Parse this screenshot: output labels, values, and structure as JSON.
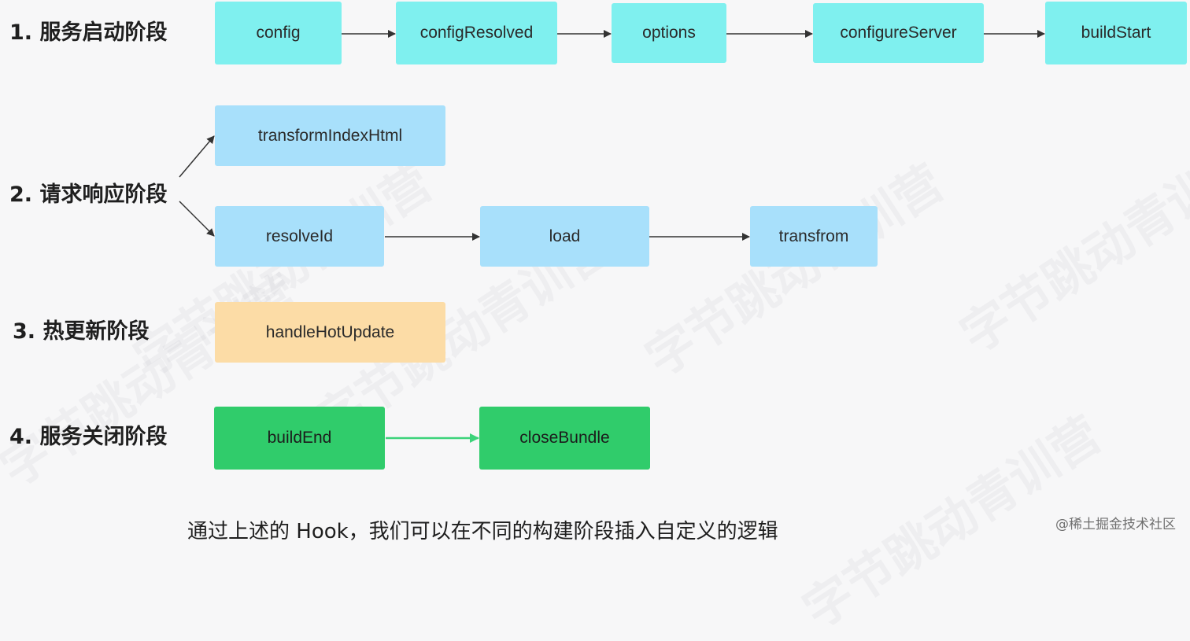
{
  "stages": [
    {
      "label": "1. 服务启动阶段"
    },
    {
      "label": "2. 请求响应阶段"
    },
    {
      "label": "3. 热更新阶段"
    },
    {
      "label": "4. 服务关闭阶段"
    }
  ],
  "nodes": {
    "config": "config",
    "configResolved": "configResolved",
    "options": "options",
    "configureServer": "configureServer",
    "buildStart": "buildStart",
    "transformIndexHtml": "transformIndexHtml",
    "resolveId": "resolveId",
    "load": "load",
    "transfrom": "transfrom",
    "handleHotUpdate": "handleHotUpdate",
    "buildEnd": "buildEnd",
    "closeBundle": "closeBundle"
  },
  "caption": "通过上述的 Hook，我们可以在不同的构建阶段插入自定义的逻辑",
  "credit": "@稀土掘金技术社区",
  "watermark": "字节跳动青训营",
  "colors": {
    "stage1": "#7ff0ef",
    "stage2": "#a8e0fb",
    "stage3": "#fcdca6",
    "stage4": "#30cc6b",
    "arrow": "#333333",
    "arrow_green": "#3cd37a"
  }
}
